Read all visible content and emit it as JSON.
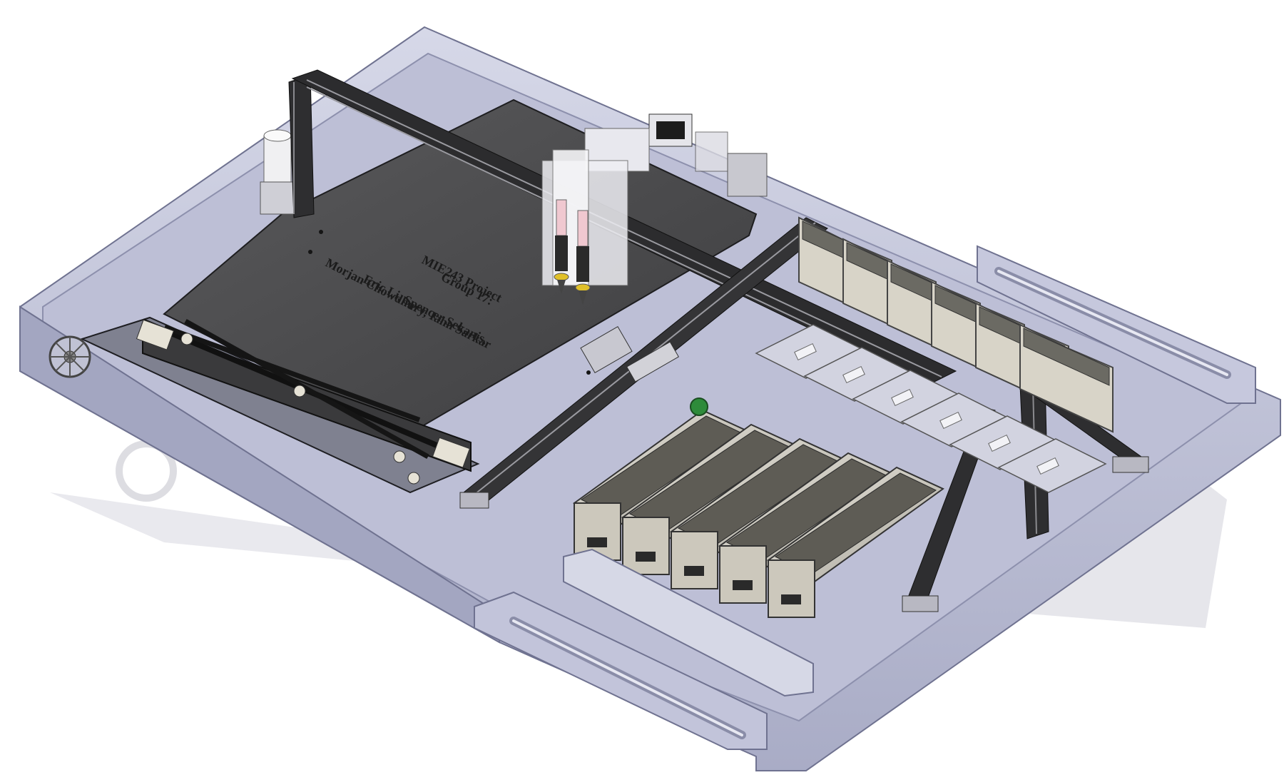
{
  "engraving": {
    "line1": "MIE243 Project",
    "line2": "Group 17:",
    "line3": "Eric Li, Spencer Sekanis,",
    "line4": "Morjan Chowdhury, Iahn Sarkar"
  },
  "colors": {
    "base_frame": "#c7c9dd",
    "base_frame_dark": "#9fa2bd",
    "base_floor": "#b9bbd3",
    "build_plate": "#4d4d4f",
    "extrusion": "#2c2c2e",
    "bin": "#d8d4c8",
    "bin_dark": "#6b6a63",
    "shadow": "#d9d9df"
  },
  "counts": {
    "rear_bins": 6,
    "front_bins": 5,
    "middle_slots": 6,
    "nozzles": 2
  }
}
